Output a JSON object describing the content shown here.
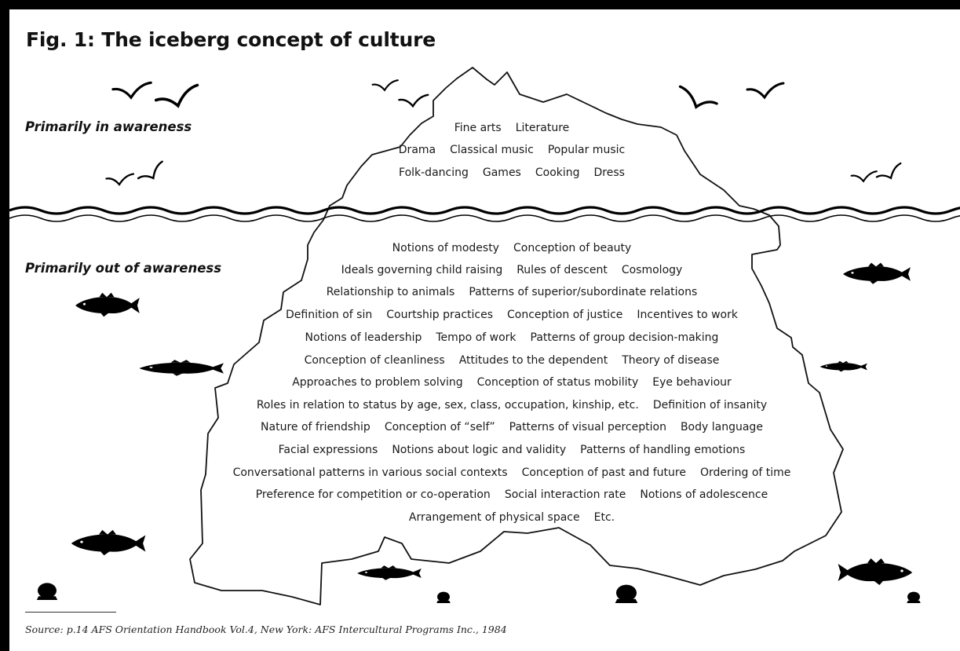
{
  "figure": {
    "title": "Fig. 1: The iceberg concept of culture",
    "source": "Source: p.14 AFS Orientation Handbook Vol.4, New York: AFS Intercultural Programs Inc., 1984"
  },
  "zones": {
    "above": "Primarily in awareness",
    "below": "Primarily out of awareness"
  },
  "above_rows": [
    [
      "Fine arts",
      "Literature"
    ],
    [
      "Drama",
      "Classical music",
      "Popular music"
    ],
    [
      "Folk-dancing",
      "Games",
      "Cooking",
      "Dress"
    ]
  ],
  "below_rows": [
    [
      "Notions of modesty",
      "Conception of beauty"
    ],
    [
      "Ideals governing child raising",
      "Rules of descent",
      "Cosmology"
    ],
    [
      "Relationship to animals",
      "Patterns of superior/subordinate relations"
    ],
    [
      "Definition of sin",
      "Courtship practices",
      "Conception of justice",
      "Incentives to work"
    ],
    [
      "Notions of leadership",
      "Tempo of work",
      "Patterns of group decision-making"
    ],
    [
      "Conception of cleanliness",
      "Attitudes to the dependent",
      "Theory of disease"
    ],
    [
      "Approaches to problem solving",
      "Conception of status mobility",
      "Eye behaviour"
    ],
    [
      "Roles in relation to status by age, sex, class, occupation, kinship, etc.",
      "Definition of insanity"
    ],
    [
      "Nature of friendship",
      "Conception of “self”",
      "Patterns of visual perception",
      "Body language"
    ],
    [
      "Facial expressions",
      "Notions about logic and validity",
      "Patterns of handling emotions"
    ],
    [
      "Conversational patterns in various social contexts",
      "Conception of past and future",
      "Ordering of time"
    ],
    [
      "Preference for competition or co-operation",
      "Social interaction rate",
      "Notions of adolescence"
    ],
    [
      "Arrangement of physical space",
      "Etc."
    ]
  ],
  "colors": {
    "frame": "#000000",
    "paper": "#ffffff",
    "ink": "#111111"
  },
  "icons": [
    "bird-icon",
    "fish-icon",
    "shell-icon",
    "wave-icon"
  ]
}
